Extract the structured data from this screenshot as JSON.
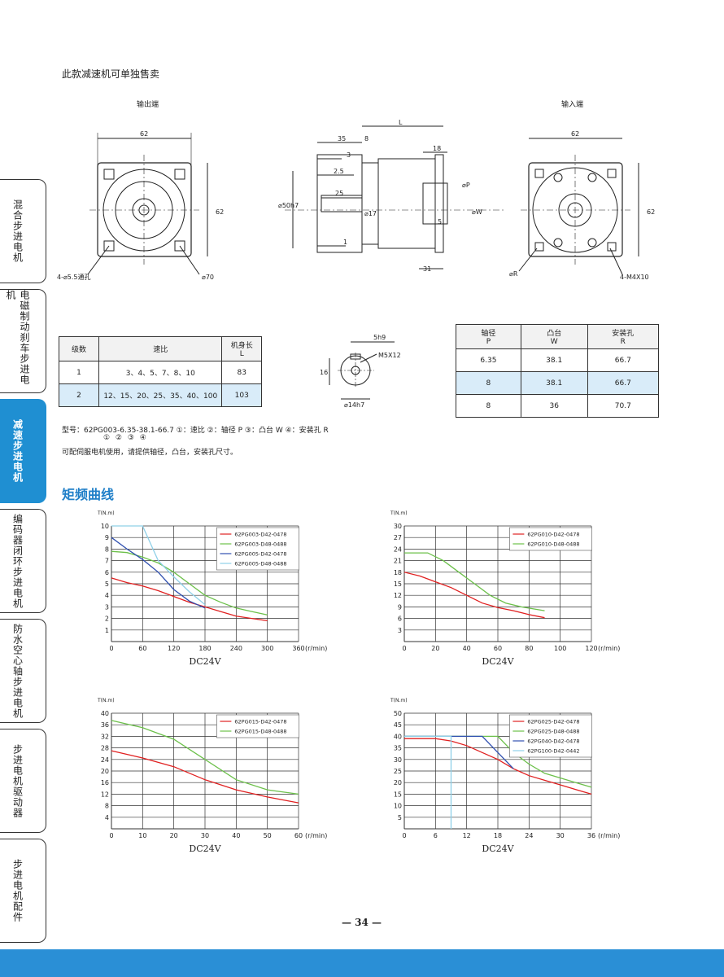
{
  "header_note": "此款减速机可单独售卖",
  "side_tabs": [
    {
      "label": "混合步进电机",
      "active": false
    },
    {
      "label": "电磁制动刹车步进电机",
      "active": false
    },
    {
      "label": "减速步进电机",
      "active": true
    },
    {
      "label": "编码器闭环步进电机",
      "active": false
    },
    {
      "label": "防水空心轴步进电机",
      "active": false
    },
    {
      "label": "步进电机驱动器",
      "active": false
    },
    {
      "label": "步进电机配件",
      "active": false
    }
  ],
  "drawings": {
    "output_label": "输出端",
    "input_label": "输入端",
    "front": {
      "w": "62",
      "h": "62",
      "holes": "4-⌀5.5通孔",
      "pcd": "⌀70"
    },
    "side": {
      "L": "L",
      "d35": "35",
      "d8": "8",
      "d3": "3",
      "d25a": "2.5",
      "d25": "25",
      "d1": "1",
      "d18": "18",
      "d31": "31",
      "d5": "5",
      "dP": "⌀P",
      "dW": "⌀W",
      "d50": "⌀50h7",
      "d17": "⌀17"
    },
    "input": {
      "w": "62",
      "h": "62",
      "dR": "⌀R",
      "m4": "4-M4X10"
    },
    "shaft": {
      "key": "5h9",
      "thread": "M5X12",
      "h": "16",
      "d": "⌀14h7"
    }
  },
  "ratio_table": {
    "headers": [
      "级数",
      "速比",
      "机身长",
      "L"
    ],
    "rows": [
      [
        "1",
        "3、4、5、7、8、10",
        "83"
      ],
      [
        "2",
        "12、15、20、25、35、40、100",
        "103"
      ]
    ]
  },
  "bore_table": {
    "headers": [
      [
        "轴径",
        "P"
      ],
      [
        "凸台",
        "W"
      ],
      [
        "安装孔",
        "R"
      ]
    ],
    "rows": [
      [
        "6.35",
        "38.1",
        "66.7"
      ],
      [
        "8",
        "38.1",
        "66.7"
      ],
      [
        "8",
        "36",
        "70.7"
      ]
    ]
  },
  "model": {
    "line1": "型号：62PG003-6.35-38.1-66.7  ①：速比 ②：轴径 P ③：凸台 W ④：安装孔 R",
    "marks": "①  ②   ③   ④",
    "line2": "可配伺服电机使用，请提供轴径，凸台，安装孔尺寸。"
  },
  "section_title": "矩频曲线",
  "page_number": "— 34 —",
  "chart_data": [
    {
      "type": "line",
      "ylabel": "T(N.m)",
      "xlabel": "(r/min)",
      "caption": "DC24V",
      "xlim": [
        0,
        360
      ],
      "ylim": [
        0,
        10
      ],
      "xticks": [
        0,
        60,
        120,
        180,
        240,
        300,
        360
      ],
      "yticks": [
        1,
        2,
        3,
        4,
        5,
        6,
        7,
        8,
        9,
        10
      ],
      "series": [
        {
          "name": "62PG003-D42-0478",
          "color": "#e02020",
          "x": [
            0,
            30,
            60,
            90,
            120,
            150,
            180,
            210,
            240,
            270,
            300
          ],
          "y": [
            5.5,
            5.1,
            4.8,
            4.4,
            3.9,
            3.4,
            3.0,
            2.6,
            2.2,
            2.0,
            1.8
          ]
        },
        {
          "name": "62PG003-D48-0488",
          "color": "#6cc04a",
          "x": [
            0,
            30,
            60,
            90,
            120,
            150,
            180,
            210,
            240,
            270,
            300
          ],
          "y": [
            7.8,
            7.7,
            7.3,
            6.8,
            6.0,
            5.0,
            4.0,
            3.4,
            2.9,
            2.6,
            2.3
          ]
        },
        {
          "name": "62PG005-D42-0478",
          "color": "#3050b0",
          "x": [
            0,
            30,
            60,
            90,
            120,
            150,
            180
          ],
          "y": [
            9.0,
            8.0,
            7.1,
            6.0,
            4.5,
            3.5,
            2.9
          ]
        },
        {
          "name": "62PG005-D48-0488",
          "color": "#8fd0e8",
          "x": [
            0,
            60,
            90,
            120,
            150,
            180
          ],
          "y": [
            10,
            10,
            7.0,
            5.6,
            4.3,
            3.2
          ]
        }
      ]
    },
    {
      "type": "line",
      "ylabel": "T(N.m)",
      "xlabel": "(r/min)",
      "caption": "DC24V",
      "xlim": [
        0,
        120
      ],
      "ylim": [
        0,
        30
      ],
      "xticks": [
        0,
        20,
        40,
        60,
        80,
        100,
        120
      ],
      "yticks": [
        3,
        6,
        9,
        12,
        15,
        18,
        21,
        24,
        27,
        30
      ],
      "series": [
        {
          "name": "62PG010-D42-0478",
          "color": "#e02020",
          "x": [
            0,
            10,
            20,
            30,
            40,
            50,
            60,
            70,
            80,
            90
          ],
          "y": [
            18,
            17,
            15.5,
            14,
            12,
            10,
            8.8,
            8,
            7,
            6.2
          ]
        },
        {
          "name": "62PG010-D48-0488",
          "color": "#6cc04a",
          "x": [
            0,
            15,
            25,
            35,
            45,
            55,
            65,
            75,
            90
          ],
          "y": [
            23,
            23,
            21,
            18,
            15,
            12,
            10,
            9,
            8
          ]
        }
      ]
    },
    {
      "type": "line",
      "ylabel": "T(N.m)",
      "xlabel": "(r/min)",
      "caption": "DC24V",
      "xlim": [
        0,
        60
      ],
      "ylim": [
        0,
        40
      ],
      "xticks": [
        0,
        10,
        20,
        30,
        40,
        50,
        60
      ],
      "yticks": [
        4,
        8,
        12,
        16,
        20,
        24,
        28,
        32,
        36,
        40
      ],
      "series": [
        {
          "name": "62PG015-D42-0478",
          "color": "#e02020",
          "x": [
            0,
            10,
            20,
            30,
            40,
            50,
            60
          ],
          "y": [
            27,
            24.5,
            21.5,
            17,
            13.5,
            11,
            9
          ]
        },
        {
          "name": "62PG015-D48-0488",
          "color": "#6cc04a",
          "x": [
            0,
            10,
            20,
            30,
            40,
            50,
            60
          ],
          "y": [
            37.5,
            35,
            31,
            24,
            17,
            13.5,
            12
          ]
        }
      ]
    },
    {
      "type": "line",
      "ylabel": "T(N.m)",
      "xlabel": "(r/min)",
      "caption": "DC24V",
      "xlim": [
        0,
        36
      ],
      "ylim": [
        0,
        50
      ],
      "xticks": [
        0,
        6,
        12,
        18,
        24,
        30,
        36
      ],
      "yticks": [
        5,
        10,
        15,
        20,
        25,
        30,
        35,
        40,
        45,
        50
      ],
      "series": [
        {
          "name": "62PG025-D42-0478",
          "color": "#e02020",
          "x": [
            0,
            6,
            9,
            12,
            15,
            18,
            21,
            24,
            27,
            30,
            33,
            36
          ],
          "y": [
            39,
            39,
            38,
            36,
            33,
            30,
            26,
            23,
            21,
            19,
            17,
            15
          ]
        },
        {
          "name": "62PG025-D48-0488",
          "color": "#6cc04a",
          "x": [
            0,
            6,
            12,
            18,
            21,
            24,
            27,
            30,
            33,
            36
          ],
          "y": [
            40,
            40,
            40,
            40,
            33,
            28,
            24,
            22,
            20,
            18
          ]
        },
        {
          "name": "62PG040-D42-0478",
          "color": "#3050b0",
          "x": [
            0,
            6,
            12,
            15,
            18,
            21
          ],
          "y": [
            40,
            40,
            40,
            40,
            33,
            26
          ]
        },
        {
          "name": "62PG100-D42-0442",
          "color": "#8fd0e8",
          "x": [
            0,
            9,
            9
          ],
          "y": [
            40,
            40,
            0
          ]
        }
      ]
    }
  ]
}
